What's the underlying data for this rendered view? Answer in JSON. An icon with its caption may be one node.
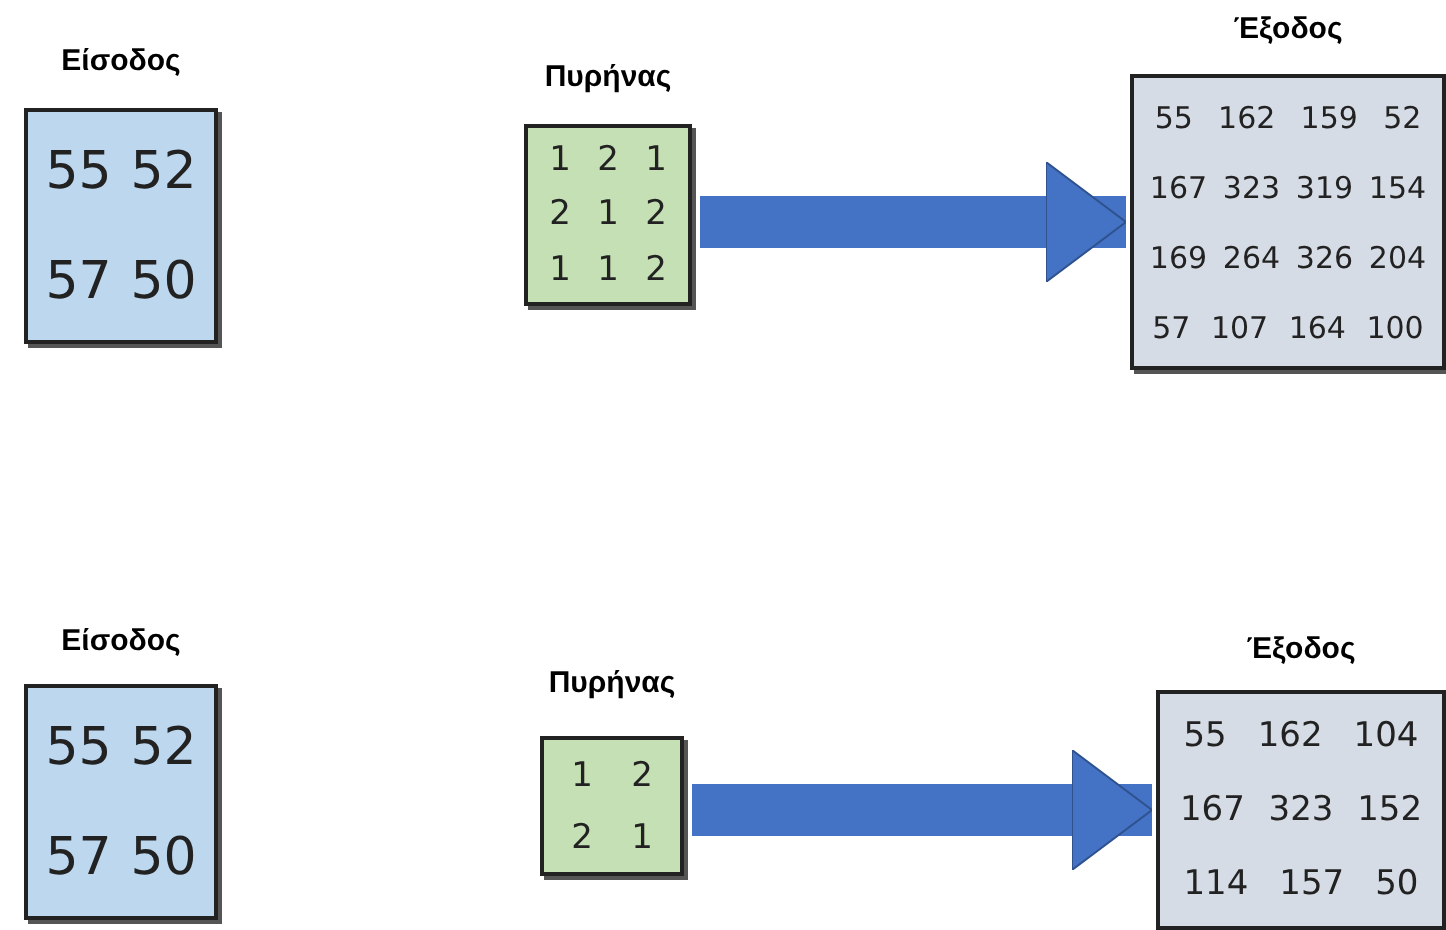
{
  "diagram": {
    "nodes": [
      {
        "text": [
          "Είσοδος",
          "55 52",
          "57 50"
        ]
      },
      {
        "text": [
          "Πυρήνας",
          "1 2 1",
          "2 1 2",
          "1 1 2"
        ]
      },
      {
        "text": [
          "Έξοδος",
          "55 162 159 52",
          "167 323 319 154",
          "169 264 326 204",
          "57 107 164 100"
        ]
      },
      {
        "text": [
          "Είσοδος",
          "55 52",
          "57 50"
        ]
      },
      {
        "text": [
          "Πυρήνας",
          "1 2",
          "2 1"
        ]
      },
      {
        "text": [
          "Έξοδος",
          "55 162 104",
          "167 323 152",
          "114 157 50"
        ]
      }
    ],
    "edges": [
      {
        "from": 1,
        "to": 2,
        "arrow": "to"
      },
      {
        "from": 4,
        "to": 5,
        "arrow": "to"
      }
    ]
  }
}
